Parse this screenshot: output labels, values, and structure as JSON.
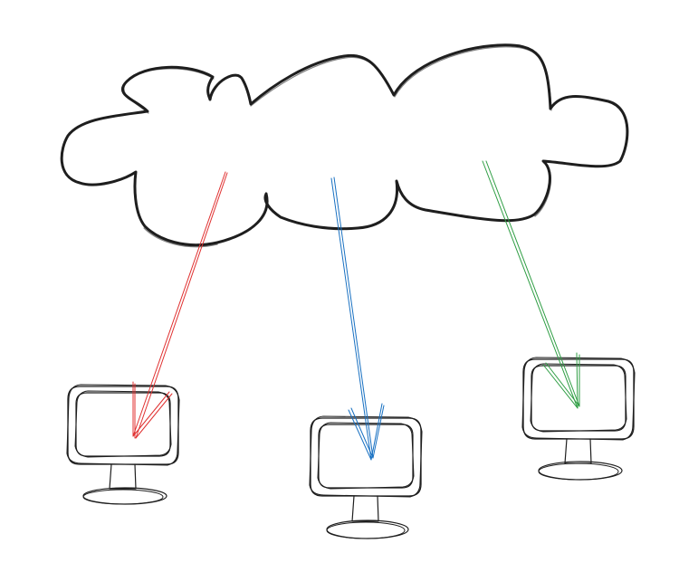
{
  "diagram": {
    "cloud": {
      "stroke_color": "#1e1e1e"
    },
    "monitors": [
      {
        "id": "left",
        "stroke_color": "#1e1e1e"
      },
      {
        "id": "center",
        "stroke_color": "#1e1e1e"
      },
      {
        "id": "right",
        "stroke_color": "#1e1e1e"
      }
    ],
    "arrows": [
      {
        "from": "cloud",
        "to": "left",
        "color": "#e03131"
      },
      {
        "from": "cloud",
        "to": "center",
        "color": "#1971c2"
      },
      {
        "from": "cloud",
        "to": "right",
        "color": "#2f9e44"
      }
    ]
  }
}
